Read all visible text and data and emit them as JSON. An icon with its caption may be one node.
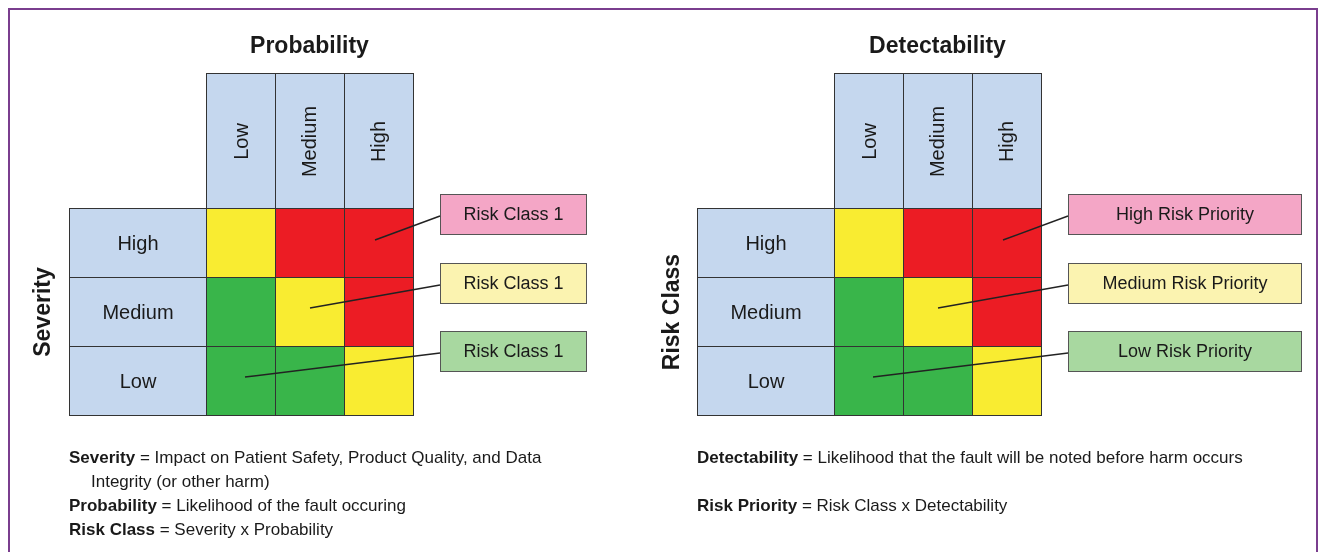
{
  "diagram": {
    "nodes": [
      {
        "text": [
          "Risk Class 1"
        ]
      },
      {
        "text": [],
        "shape": "box"
      },
      {
        "text": [
          "Risk Class 1"
        ]
      },
      {
        "text": [],
        "shape": "box"
      },
      {
        "text": [
          "Risk Class 1"
        ]
      },
      {
        "text": [],
        "shape": "box"
      },
      {
        "text": [
          "High Risk Priority"
        ]
      },
      {
        "text": [],
        "shape": "box"
      },
      {
        "text": [
          "Medium Risk Priority"
        ]
      },
      {
        "text": [],
        "shape": "box"
      },
      {
        "text": [
          "Low Risk Priority"
        ]
      },
      {
        "text": [],
        "shape": "box"
      }
    ],
    "edges": [
      {
        "from": 0,
        "to": 1,
        "arrow": "none"
      },
      {
        "from": 2,
        "to": 3,
        "arrow": "none"
      },
      {
        "from": 4,
        "to": 5,
        "arrow": "none"
      },
      {
        "from": 6,
        "to": 7,
        "arrow": "none"
      },
      {
        "from": 8,
        "to": 9,
        "arrow": "none"
      },
      {
        "from": 10,
        "to": 11,
        "arrow": "none"
      }
    ],
    "labels": [
      "Probability",
      "Low",
      "Medium",
      "High",
      "Severity",
      "High",
      "Medium",
      "Low",
      "Detectability",
      "Low",
      "Medium",
      "High",
      "Risk Class",
      "High",
      "Medium",
      "Low",
      "**Severity** = Impact on Patient Safety, Product Quality, and Data Integrity (or other harm)",
      "**Probability** = Likelihood of the fault occuring",
      "**Risk Class** = Severity x Probability",
      "**Detectability** = Likelihood that the fault will be noted before harm occurs",
      "**Risk Priority** = Risk Class x Detectability"
    ]
  }
}
